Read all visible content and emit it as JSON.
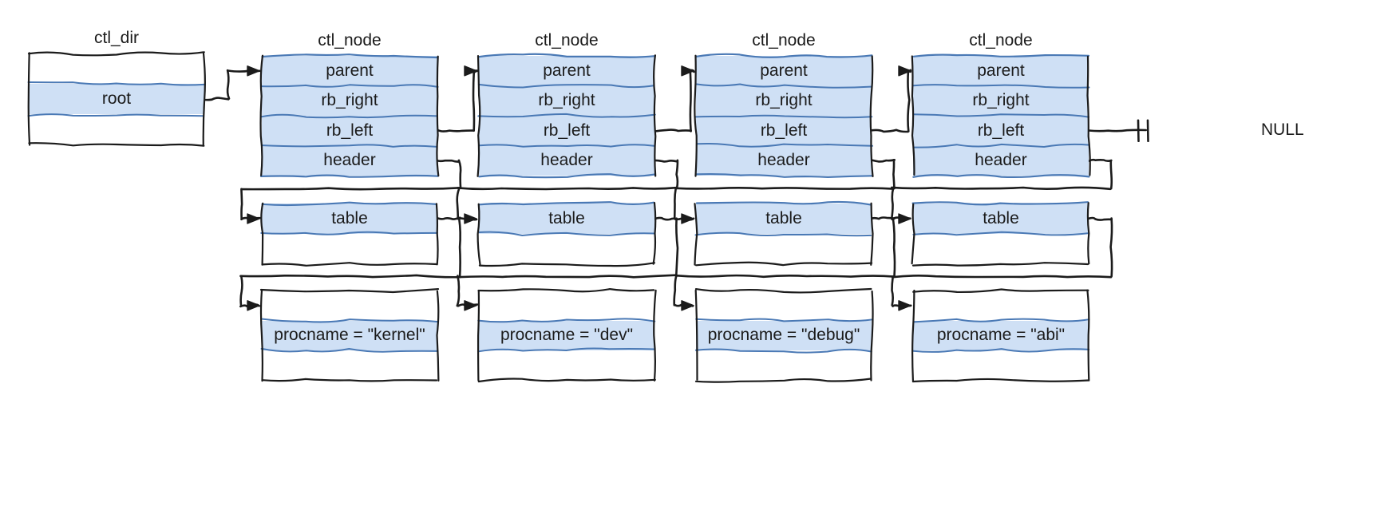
{
  "diagram": {
    "title_ctl_dir": "ctl_dir",
    "title_ctl_node": "ctl_node",
    "null_label": "NULL",
    "colors": {
      "fill": "#cfe0f5",
      "stroke_dark": "#1b1b1b",
      "stroke_blue": "#4a79b5",
      "background": "#ffffff"
    }
  },
  "ctl_dir": {
    "title": "ctl_dir",
    "rows": [
      {
        "label": "",
        "filled": false
      },
      {
        "label": "root",
        "filled": true
      },
      {
        "label": "",
        "filled": false
      }
    ]
  },
  "nodes": [
    {
      "title": "ctl_node",
      "fields": [
        {
          "label": "parent",
          "filled": true
        },
        {
          "label": "rb_right",
          "filled": true
        },
        {
          "label": "rb_left",
          "filled": true
        },
        {
          "label": "header",
          "filled": true
        }
      ],
      "table_box": [
        {
          "label": "table",
          "filled": true
        },
        {
          "label": "",
          "filled": false
        }
      ],
      "procname_box": [
        {
          "label": "",
          "filled": false
        },
        {
          "label": "procname = \"kernel\"",
          "filled": true
        },
        {
          "label": "",
          "filled": false
        }
      ]
    },
    {
      "title": "ctl_node",
      "fields": [
        {
          "label": "parent",
          "filled": true
        },
        {
          "label": "rb_right",
          "filled": true
        },
        {
          "label": "rb_left",
          "filled": true
        },
        {
          "label": "header",
          "filled": true
        }
      ],
      "table_box": [
        {
          "label": "table",
          "filled": true
        },
        {
          "label": "",
          "filled": false
        }
      ],
      "procname_box": [
        {
          "label": "",
          "filled": false
        },
        {
          "label": "procname = \"dev\"",
          "filled": true
        },
        {
          "label": "",
          "filled": false
        }
      ]
    },
    {
      "title": "ctl_node",
      "fields": [
        {
          "label": "parent",
          "filled": true
        },
        {
          "label": "rb_right",
          "filled": true
        },
        {
          "label": "rb_left",
          "filled": true
        },
        {
          "label": "header",
          "filled": true
        }
      ],
      "table_box": [
        {
          "label": "table",
          "filled": true
        },
        {
          "label": "",
          "filled": false
        }
      ],
      "procname_box": [
        {
          "label": "",
          "filled": false
        },
        {
          "label": "procname = \"debug\"",
          "filled": true
        },
        {
          "label": "",
          "filled": false
        }
      ]
    },
    {
      "title": "ctl_node",
      "fields": [
        {
          "label": "parent",
          "filled": true
        },
        {
          "label": "rb_right",
          "filled": true
        },
        {
          "label": "rb_left",
          "filled": true
        },
        {
          "label": "header",
          "filled": true
        }
      ],
      "table_box": [
        {
          "label": "table",
          "filled": true
        },
        {
          "label": "",
          "filled": false
        }
      ],
      "procname_box": [
        {
          "label": "",
          "filled": false
        },
        {
          "label": "procname = \"abi\"",
          "filled": true
        },
        {
          "label": "",
          "filled": false
        }
      ]
    }
  ],
  "terminator": {
    "label": "NULL"
  }
}
